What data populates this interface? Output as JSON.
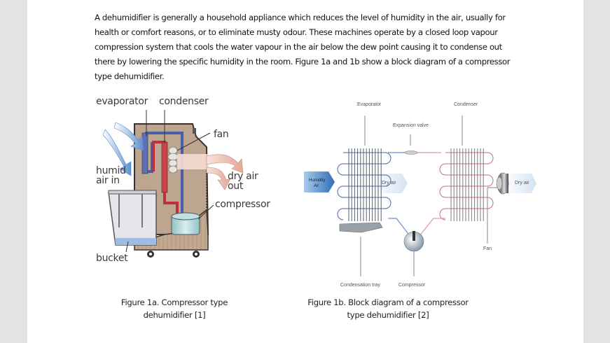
{
  "document": {
    "paragraph": "A dehumidifier is generally a household appliance which reduces the level of humidity in the air, usually for health or comfort reasons, or to eliminate musty odour. These machines operate by a closed loop vapour compression system that cools the water vapour in the air below the dew point causing it to condense out there by lowering the specific humidity in the room. Figure 1a and 1b show a block diagram of a compressor type dehumidifier."
  },
  "figure_a": {
    "labels": {
      "evaporator": "evaporator",
      "condenser": "condenser",
      "fan": "fan",
      "humid_air_in_1": "humid",
      "humid_air_in_2": "air in",
      "dry_air_out_1": "dry air",
      "dry_air_out_2": "out",
      "compressor": "compressor",
      "bucket": "bucket"
    },
    "caption_line1": "Figure 1a. Compressor type",
    "caption_line2": "dehumidifier [1]"
  },
  "figure_b": {
    "labels": {
      "evaporator": "Evaporator",
      "condenser": "Condenser",
      "expansion_valve": "Expansion valve",
      "humidity_air_1": "Humidity",
      "humidity_air_2": "Air",
      "dry_air_mid": "Dry air",
      "dry_air_out": "Dry air",
      "fan": "Fan",
      "condensation_tray": "Condensation tray",
      "compressor": "Compressor"
    },
    "caption_line1": "Figure 1b. Block diagram of a compressor",
    "caption_line2": "type dehumidifier  [2]"
  },
  "colors": {
    "background": "#e3e3e3",
    "page": "#ffffff",
    "cold_pipe": "#4a5fa8",
    "hot_pipe": "#c0303a",
    "casing": "#bda58f",
    "humid_arrow": "#5b8fd0",
    "dry_arrow": "#e9b7a8"
  }
}
